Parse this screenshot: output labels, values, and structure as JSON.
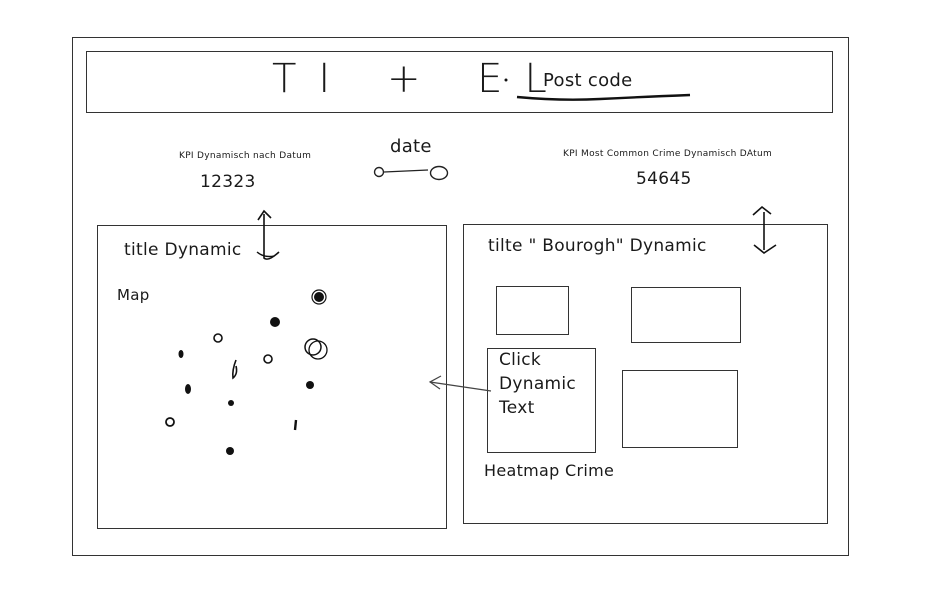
{
  "header": {
    "title": "TI + EL",
    "subtitle": "Post code"
  },
  "kpis": {
    "left": {
      "label": "KPI Dynamisch nach Datum",
      "value": "12323"
    },
    "right": {
      "label": "KPI Most Common Crime Dynamisch DAtum",
      "value": "54645"
    }
  },
  "date_filter": {
    "label": "date"
  },
  "map_panel": {
    "title": "title Dynamic",
    "map_label": "Map"
  },
  "borough_panel": {
    "title": "tilte \" Bourogh\" Dynamic",
    "click_box": {
      "line1": "Click",
      "line2": "Dynamic",
      "line3": "Text"
    },
    "footer_label": "Heatmap Crime"
  },
  "colors": {
    "ink": "#1a1a1a",
    "background": "#ffffff"
  }
}
